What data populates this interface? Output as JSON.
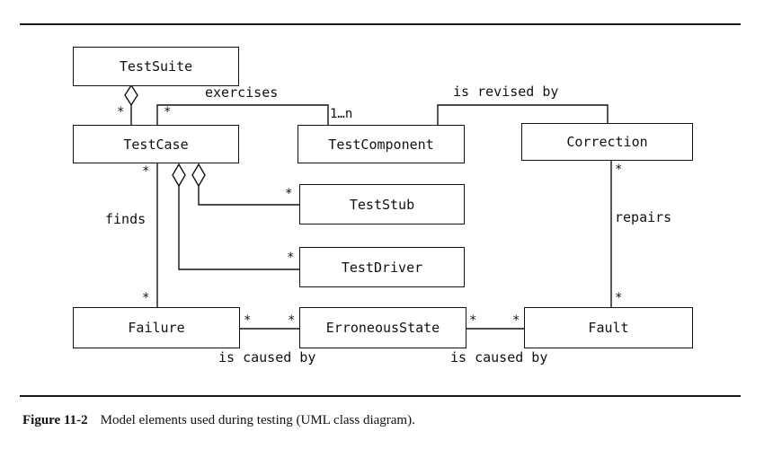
{
  "classes": {
    "test_suite": "TestSuite",
    "test_case": "TestCase",
    "test_component": "TestComponent",
    "correction": "Correction",
    "test_stub": "TestStub",
    "test_driver": "TestDriver",
    "failure": "Failure",
    "erroneous_state": "ErroneousState",
    "fault": "Fault"
  },
  "associations": {
    "exercises": "exercises",
    "is_revised_by": "is revised by",
    "finds": "finds",
    "repairs": "repairs",
    "is_caused_by_1": "is caused by",
    "is_caused_by_2": "is caused by"
  },
  "multiplicity": {
    "star": "*",
    "one_to_n": "1…n"
  },
  "caption": {
    "label": "Figure 11-2",
    "text": "Model elements used during testing (UML class diagram)."
  }
}
